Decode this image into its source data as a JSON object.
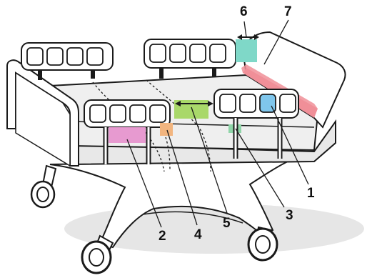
{
  "labels": {
    "l1": "1",
    "l2": "2",
    "l3": "3",
    "l4": "4",
    "l5": "5",
    "l6": "6",
    "l7": "7"
  },
  "colors": {
    "outline": "#1a1a1a",
    "frame": "#ffffff",
    "mattress": "#efefef",
    "shadow": "#d4d4d4",
    "zone_blue": "#7fc6ec",
    "zone_pink": "#e79ad0",
    "zone_orange": "#f2b57f",
    "zone_green": "#a9d86a",
    "zone_teal": "#7fd8c8",
    "zone_red": "#f08f98",
    "zone_teal_small": "#8fd5a8",
    "arrow": "#1a1a1a"
  }
}
